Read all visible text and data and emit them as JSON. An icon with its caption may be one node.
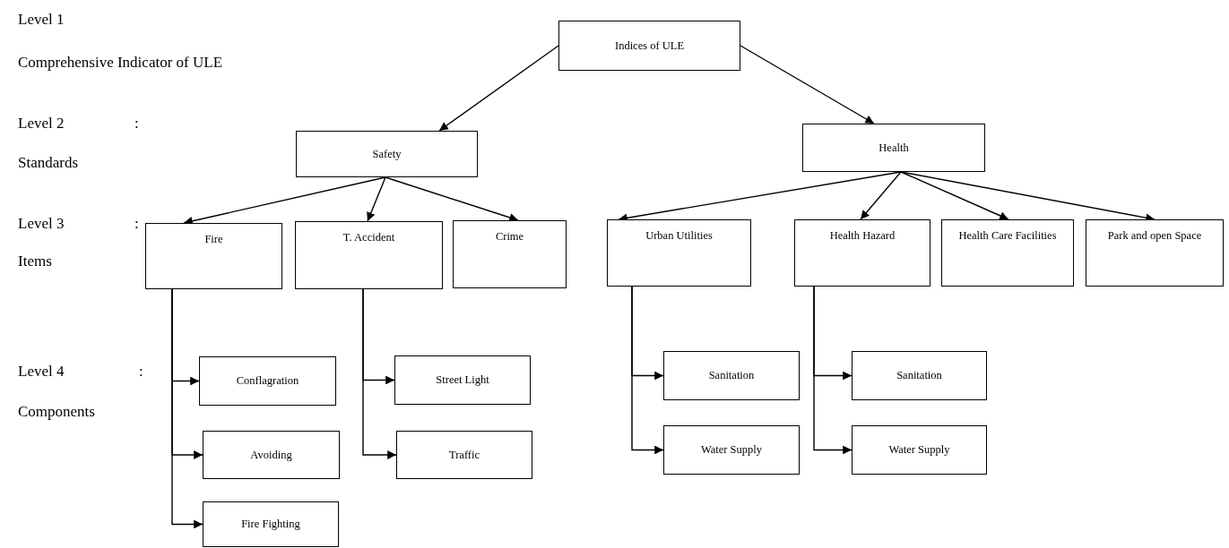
{
  "diagram": {
    "nodes": [
      {
        "text": [
          "Indices of ULE"
        ]
      },
      {
        "text": [
          "Safety"
        ]
      },
      {
        "text": [
          "Health"
        ]
      },
      {
        "text": [
          "Fire"
        ]
      },
      {
        "text": [
          "T. Accident"
        ]
      },
      {
        "text": [
          "Crime"
        ]
      },
      {
        "text": [
          "Urban Utilities"
        ]
      },
      {
        "text": [
          "Health Hazard"
        ]
      },
      {
        "text": [
          "Health Care Facilities"
        ]
      },
      {
        "text": [
          "Park and open Space"
        ]
      },
      {
        "text": [
          "Conflagration"
        ]
      },
      {
        "text": [
          "Avoiding"
        ]
      },
      {
        "text": [
          "Fire Fighting"
        ]
      },
      {
        "text": [
          "Street Light"
        ]
      },
      {
        "text": [
          "Traffic"
        ]
      },
      {
        "text": [
          "Sanitation"
        ]
      },
      {
        "text": [
          "Water Supply"
        ]
      },
      {
        "text": [
          "Sanitation"
        ]
      },
      {
        "text": [
          "Water Supply"
        ]
      }
    ],
    "edges": [
      {
        "from": 0,
        "to": 1,
        "arrow": "to"
      },
      {
        "from": 0,
        "to": 2,
        "arrow": "to"
      },
      {
        "from": 1,
        "to": 3,
        "arrow": "to"
      },
      {
        "from": 1,
        "to": 4,
        "arrow": "to"
      },
      {
        "from": 1,
        "to": 5,
        "arrow": "to"
      },
      {
        "from": 2,
        "to": 6,
        "arrow": "to"
      },
      {
        "from": 2,
        "to": 7,
        "arrow": "to"
      },
      {
        "from": 2,
        "to": 8,
        "arrow": "to"
      },
      {
        "from": 2,
        "to": 9,
        "arrow": "to"
      },
      {
        "from": 3,
        "to": 10,
        "arrow": "to"
      },
      {
        "from": 3,
        "to": 11,
        "arrow": "to"
      },
      {
        "from": 3,
        "to": 12,
        "arrow": "to"
      },
      {
        "from": 4,
        "to": 13,
        "arrow": "to"
      },
      {
        "from": 4,
        "to": 14,
        "arrow": "to"
      },
      {
        "from": 6,
        "to": 15,
        "arrow": "to"
      },
      {
        "from": 6,
        "to": 16,
        "arrow": "to"
      },
      {
        "from": 7,
        "to": 17,
        "arrow": "to"
      },
      {
        "from": 7,
        "to": 18,
        "arrow": "to"
      }
    ],
    "labels": [
      "Level 1",
      "Comprehensive Indicator of ULE",
      "Level 2",
      ":",
      "Standards",
      "Level 3",
      ":",
      "Items",
      "Level 4",
      ":",
      "Components"
    ]
  }
}
